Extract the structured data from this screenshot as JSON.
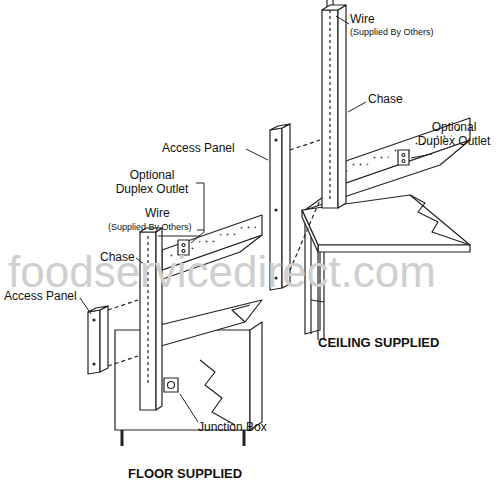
{
  "diagram": {
    "labels": [
      "Wire",
      "(Supplied By Others)",
      "Chase",
      "Optional Duplex Outlet",
      "Access Panel",
      "CEILING SUPPLIED",
      "Optional Duplex Outlet",
      "Wire",
      "(Supplied By Others)",
      "Chase",
      "Access Panel",
      "Junction Box",
      "FLOOR SUPPLIED",
      "foodservicedirect.com"
    ]
  }
}
